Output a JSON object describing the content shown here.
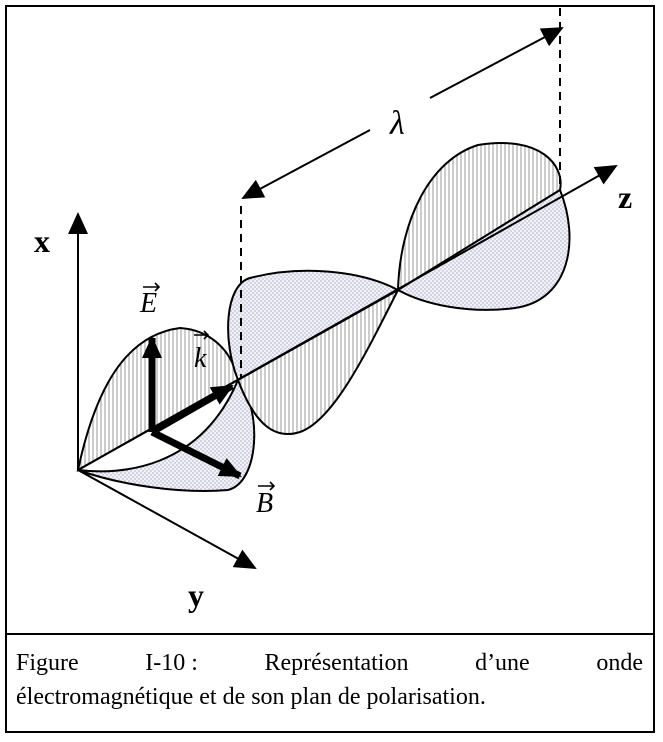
{
  "diagram": {
    "axes": {
      "x": "x",
      "y": "y",
      "z": "z"
    },
    "vectors": {
      "E": "E",
      "B": "B",
      "k": "k"
    },
    "wavelength_symbol": "λ"
  },
  "caption": {
    "words": [
      "Figure",
      "I-10 :",
      "Représentation",
      "d’une",
      "onde"
    ],
    "line2": "électromagnétique et de son plan de polarisation."
  }
}
